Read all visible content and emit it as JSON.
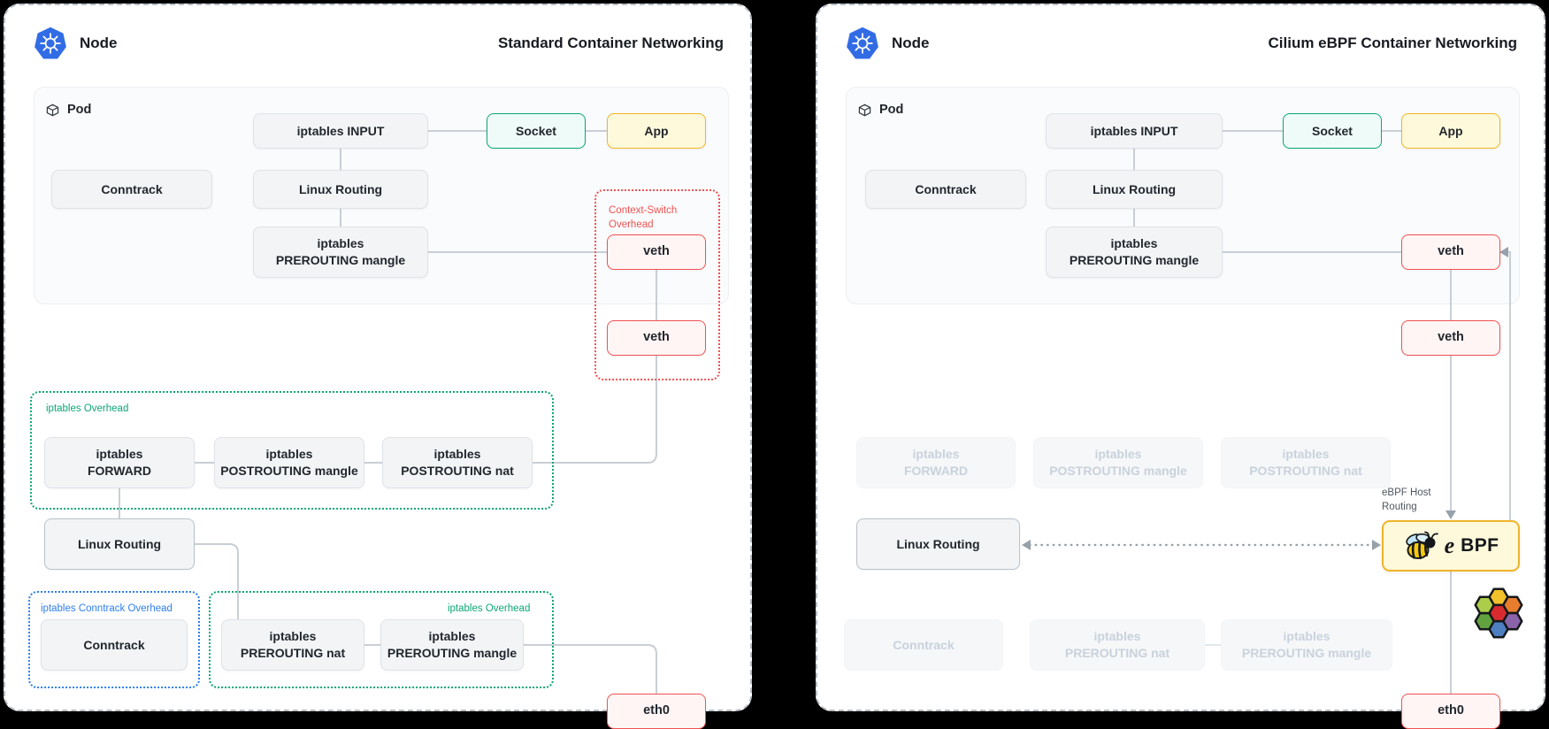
{
  "left": {
    "node": "Node",
    "title": "Standard Container Networking",
    "pod": "Pod",
    "boxes": {
      "iptables_input": "iptables INPUT",
      "socket": "Socket",
      "app": "App",
      "conntrack_pod": "Conntrack",
      "linux_routing_pod": "Linux Routing",
      "prerouting_mangle_pod": "iptables\nPREROUTING mangle",
      "veth_upper": "veth",
      "veth_lower": "veth",
      "forward": "iptables\nFORWARD",
      "postrouting_mangle": "iptables\nPOSTROUTING mangle",
      "postrouting_nat": "iptables\nPOSTROUTING nat",
      "linux_routing_host": "Linux Routing",
      "conntrack_host": "Conntrack",
      "prerouting_nat": "iptables\nPREROUTING nat",
      "prerouting_mangle_host": "iptables\nPREROUTING mangle",
      "eth0": "eth0"
    },
    "overlays": {
      "context_switch": "Context-Switch Overhead",
      "iptables_overhead_top": "iptables Overhead",
      "conntrack_overhead": "iptables Conntrack Overhead",
      "iptables_overhead_bottom": "iptables Overhead"
    }
  },
  "right": {
    "node": "Node",
    "title": "Cilium eBPF Container Networking",
    "pod": "Pod",
    "boxes": {
      "iptables_input": "iptables INPUT",
      "socket": "Socket",
      "app": "App",
      "conntrack_pod": "Conntrack",
      "linux_routing_pod": "Linux Routing",
      "prerouting_mangle_pod": "iptables\nPREROUTING mangle",
      "veth_upper": "veth",
      "veth_lower": "veth",
      "forward_disabled": "iptables\nFORWARD",
      "postrouting_mangle_disabled": "iptables\nPOSTROUTING mangle",
      "postrouting_nat_disabled": "iptables\nPOSTROUTING nat",
      "linux_routing_host": "Linux Routing",
      "conntrack_disabled": "Conntrack",
      "prerouting_nat_disabled": "iptables\nPREROUTING nat",
      "prerouting_mangle_disabled": "iptables\nPREROUTING mangle",
      "eth0": "eth0"
    },
    "labels": {
      "ebpf_host_routing": "eBPF Host Routing",
      "ebpf_e": "e",
      "ebpf_bpf": "BPF"
    }
  },
  "colors": {
    "k8s-blue": "#326ce5",
    "teal": "#0ca678",
    "amber": "#f0b429",
    "red": "#f05252",
    "blue-accent": "#2e7ef0",
    "line": "#c9cfd6",
    "arrow": "#96a1ab",
    "box-bg": "#f2f4f6",
    "box-border": "#dfe3e8",
    "faded-text": "#c9d2dc",
    "panel-border": "#b7bdc4"
  }
}
